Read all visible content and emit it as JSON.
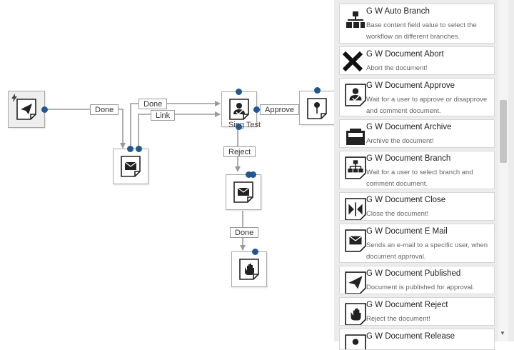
{
  "canvas": {
    "nodes": {
      "start": {
        "icon": "paper-plane-icon",
        "badge": "lightning-icon"
      },
      "email1": {
        "icon": "envelope-icon"
      },
      "approve": {
        "icon": "approve-user-icon",
        "caption": "Sing Test"
      },
      "branch": {
        "icon": "branch-pin-icon"
      },
      "email2": {
        "icon": "envelope-icon"
      },
      "reject": {
        "icon": "hand-icon"
      }
    },
    "labels": {
      "done_start": "Done",
      "done_approve": "Done",
      "link": "Link",
      "approve": "Approve",
      "reject": "Reject",
      "done_email2": "Done"
    }
  },
  "palette": {
    "items": [
      {
        "title": "G W Auto Branch",
        "description": "Base content field value to select the workflow on different branches.",
        "icon": "auto-branch-icon"
      },
      {
        "title": "G W Document Abort",
        "description": "Abort the document!",
        "icon": "abort-x-icon"
      },
      {
        "title": "G W Document Approve",
        "description": "Wait for a user to approve or disapprove and comment document.",
        "icon": "approve-user-icon"
      },
      {
        "title": "G W Document Archive",
        "description": "Archive the document!",
        "icon": "archive-icon"
      },
      {
        "title": "G W Document Branch",
        "description": "Wait for a user to select branch and comment document.",
        "icon": "branch-tree-icon"
      },
      {
        "title": "G W Document Close",
        "description": "Close the document!",
        "icon": "close-arrows-icon"
      },
      {
        "title": "G W Document E Mail",
        "description": "Sends an e-mail to a specific user, when document approval.",
        "icon": "envelope-icon"
      },
      {
        "title": "G W Document Published",
        "description": "Document is published for approval.",
        "icon": "paper-plane-icon"
      },
      {
        "title": "G W Document Reject",
        "description": "Reject the document!",
        "icon": "hand-icon"
      },
      {
        "title": "G W Document Release",
        "description": "",
        "icon": "release-icon"
      }
    ]
  },
  "colors": {
    "port": "#22578f",
    "wire": "#9a9a9a",
    "panel": "#ececec"
  }
}
